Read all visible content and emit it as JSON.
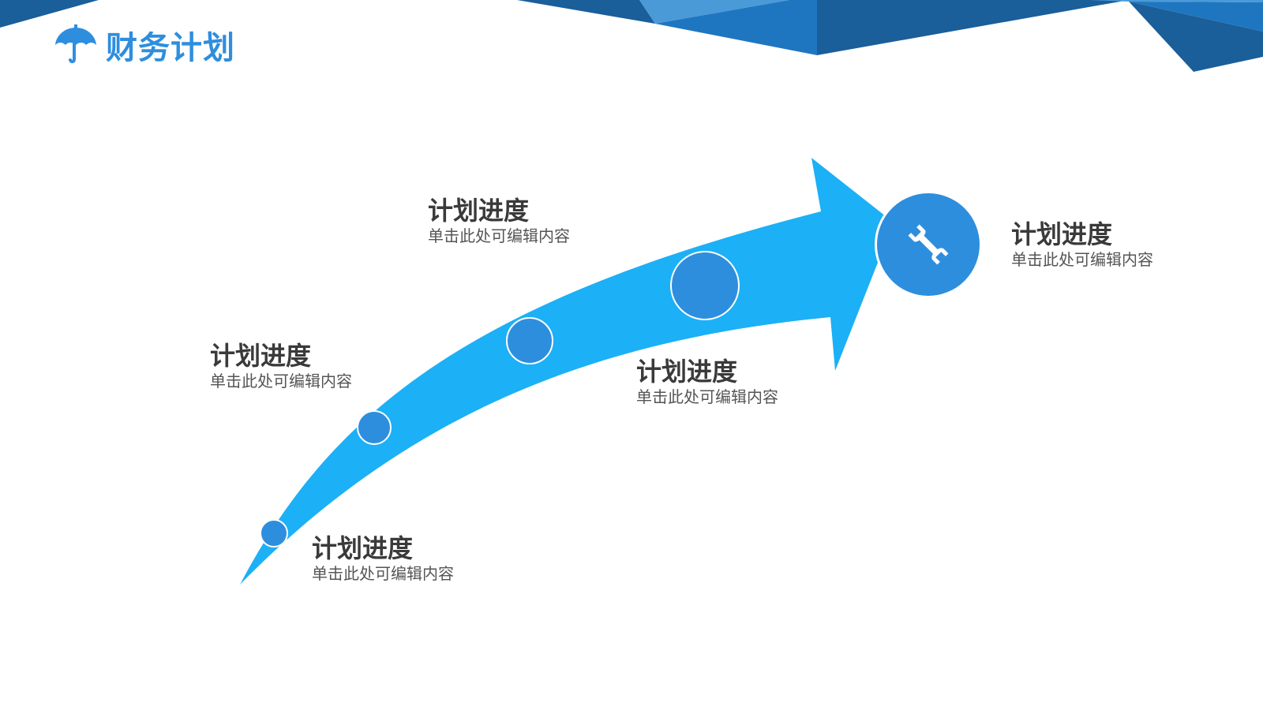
{
  "header": {
    "title": "财务计划",
    "icon": "umbrella-icon"
  },
  "colors": {
    "accent": "#2e8ede",
    "arrow": "#1cb0f6",
    "dark_poly": "#1a5e9a",
    "mid_poly": "#1f76c0",
    "light_poly": "#4a9ad8",
    "title_text": "#3a3a3a",
    "desc_text": "#555555"
  },
  "diagram": {
    "end_icon": "wrench-icon",
    "steps": [
      {
        "title": "计划进度",
        "desc": "单击此处可编辑内容"
      },
      {
        "title": "计划进度",
        "desc": "单击此处可编辑内容"
      },
      {
        "title": "计划进度",
        "desc": "单击此处可编辑内容"
      },
      {
        "title": "计划进度",
        "desc": "单击此处可编辑内容"
      },
      {
        "title": "计划进度",
        "desc": "单击此处可编辑内容"
      }
    ]
  }
}
